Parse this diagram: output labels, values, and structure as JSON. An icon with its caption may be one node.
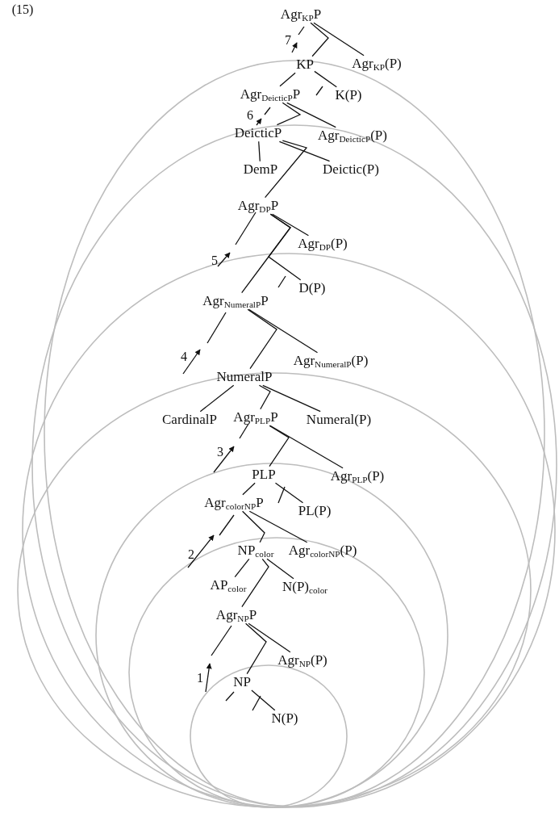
{
  "diagram": {
    "nodes": [
      {
        "text": [
          "Agr$_{KP}$P"
        ]
      },
      {
        "text": [
          "KP"
        ]
      },
      {
        "text": [
          "Agr$_{KP}$(P)"
        ]
      },
      {
        "text": [
          "Agr$_{DeicticP}$P"
        ]
      },
      {
        "text": [
          "K(P)"
        ]
      },
      {
        "text": [
          "DeicticP"
        ]
      },
      {
        "text": [
          "Agr$_{DeicticP}$(P)"
        ]
      },
      {
        "text": [
          "DemP"
        ]
      },
      {
        "text": [
          "Deictic(P)"
        ]
      },
      {
        "text": [
          "Agr$_{DP}$P"
        ]
      },
      {
        "text": [
          "Agr$_{DP}$(P)"
        ]
      },
      {
        "text": [
          "D(P)"
        ]
      },
      {
        "text": [
          "Agr$_{NumeralP}$P"
        ]
      },
      {
        "text": [
          "Agr$_{NumeralP}$(P)"
        ]
      },
      {
        "text": [
          "NumeralP"
        ]
      },
      {
        "text": [
          "CardinalP"
        ]
      },
      {
        "text": [
          "Agr$_{PLP}$P"
        ]
      },
      {
        "text": [
          "Numeral(P)"
        ]
      },
      {
        "text": [
          "PLP"
        ]
      },
      {
        "text": [
          "Agr$_{PLP}$(P)"
        ]
      },
      {
        "text": [
          "Agr$_{colorNP}$P"
        ]
      },
      {
        "text": [
          "PL(P)"
        ]
      },
      {
        "text": [
          "NP$_{color}$"
        ]
      },
      {
        "text": [
          "Agr$_{colorNP}$(P)"
        ]
      },
      {
        "text": [
          "AP$_{color}$"
        ]
      },
      {
        "text": [
          "N(P)$_{color}$"
        ]
      },
      {
        "text": [
          "Agr$_{NP}$P"
        ]
      },
      {
        "text": [
          "Agr$_{NP}$(P)"
        ]
      },
      {
        "text": [
          "NP"
        ]
      },
      {
        "text": [
          "N(P)"
        ]
      }
    ],
    "edges": [
      {
        "from": 0,
        "to": 1,
        "arrow": "none"
      },
      {
        "from": 0,
        "to": 2,
        "arrow": "none"
      },
      {
        "from": 1,
        "to": 3,
        "arrow": "none"
      },
      {
        "from": 1,
        "to": 4,
        "arrow": "none"
      },
      {
        "from": 3,
        "to": 5,
        "arrow": "none"
      },
      {
        "from": 3,
        "to": 6,
        "arrow": "none"
      },
      {
        "from": 5,
        "to": 7,
        "arrow": "none"
      },
      {
        "from": 5,
        "to": 8,
        "arrow": "none"
      },
      {
        "from": 5,
        "to": 9,
        "arrow": "none"
      },
      {
        "from": 9,
        "to": 10,
        "arrow": "none"
      },
      {
        "from": 9,
        "to": 11,
        "arrow": "none"
      },
      {
        "from": 9,
        "to": 12,
        "arrow": "none"
      },
      {
        "from": 12,
        "to": 13,
        "arrow": "none"
      },
      {
        "from": 12,
        "to": 14,
        "arrow": "none"
      },
      {
        "from": 14,
        "to": 15,
        "arrow": "none"
      },
      {
        "from": 14,
        "to": 17,
        "arrow": "none"
      },
      {
        "from": 14,
        "to": 16,
        "arrow": "none"
      },
      {
        "from": 16,
        "to": 19,
        "arrow": "none"
      },
      {
        "from": 16,
        "to": 18,
        "arrow": "none"
      },
      {
        "from": 18,
        "to": 21,
        "arrow": "none"
      },
      {
        "from": 18,
        "to": 20,
        "arrow": "none"
      },
      {
        "from": 20,
        "to": 23,
        "arrow": "none"
      },
      {
        "from": 20,
        "to": 22,
        "arrow": "none"
      },
      {
        "from": 22,
        "to": 24,
        "arrow": "none"
      },
      {
        "from": 22,
        "to": 25,
        "arrow": "none"
      },
      {
        "from": 22,
        "to": 26,
        "arrow": "none"
      },
      {
        "from": 26,
        "to": 27,
        "arrow": "none"
      },
      {
        "from": 26,
        "to": 28,
        "arrow": "none"
      },
      {
        "from": 28,
        "to": 29,
        "arrow": "none"
      }
    ],
    "labels": [
      "(15)",
      "7",
      "6",
      "5",
      "4",
      "3",
      "2",
      "1"
    ]
  }
}
